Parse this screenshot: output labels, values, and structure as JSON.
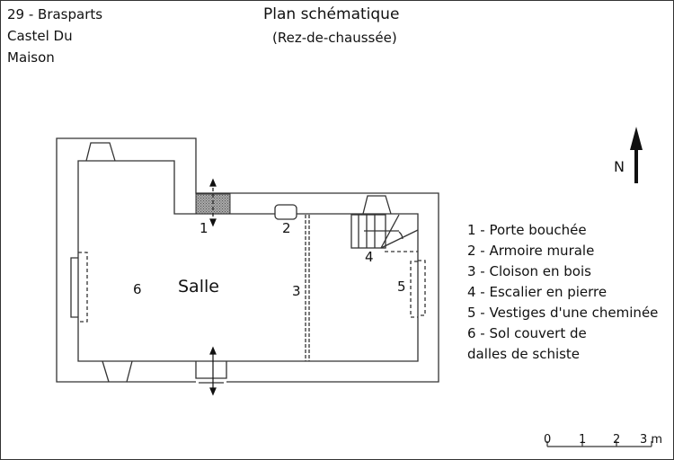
{
  "location": [
    "29 - Brasparts",
    "Castel Du",
    "Maison"
  ],
  "title": "Plan schématique",
  "subtitle": "(Rez-de-chaussée)",
  "north": "N",
  "room_label": "Salle",
  "plan_markers": [
    "1",
    "2",
    "3",
    "4",
    "5",
    "6"
  ],
  "legend": [
    "1 - Porte bouchée",
    "2 - Armoire murale",
    "3 - Cloison en bois",
    "4 - Escalier en pierre",
    "5 - Vestiges d'une cheminée",
    "6 - Sol couvert de",
    "dalles de schiste"
  ],
  "scale": {
    "ticks": [
      "0",
      "1",
      "2",
      "3 m"
    ]
  }
}
